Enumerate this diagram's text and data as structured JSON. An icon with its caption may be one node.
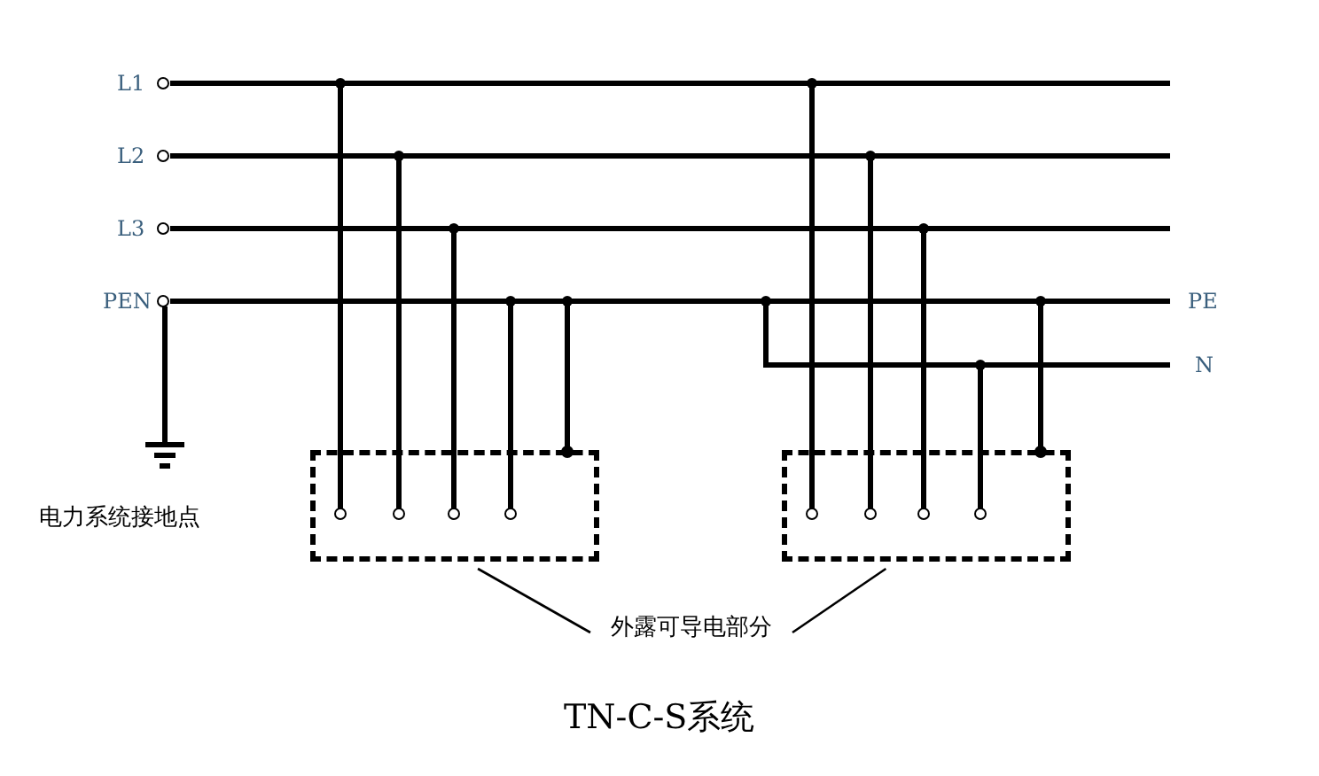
{
  "diagram": {
    "caption": "TN-C-S系统",
    "nodes": [
      {
        "text": [],
        "shape": "box"
      },
      {
        "text": [],
        "shape": "box"
      },
      {
        "text": [
          "外露可导电部分"
        ]
      }
    ],
    "edges": [
      {
        "from": 2,
        "to": 0,
        "arrow": "none"
      },
      {
        "from": 2,
        "to": 1,
        "arrow": "none"
      }
    ],
    "labels": [
      "L1",
      "L2",
      "L3",
      "PEN",
      "PE",
      "N",
      "电力系统接地点"
    ]
  }
}
